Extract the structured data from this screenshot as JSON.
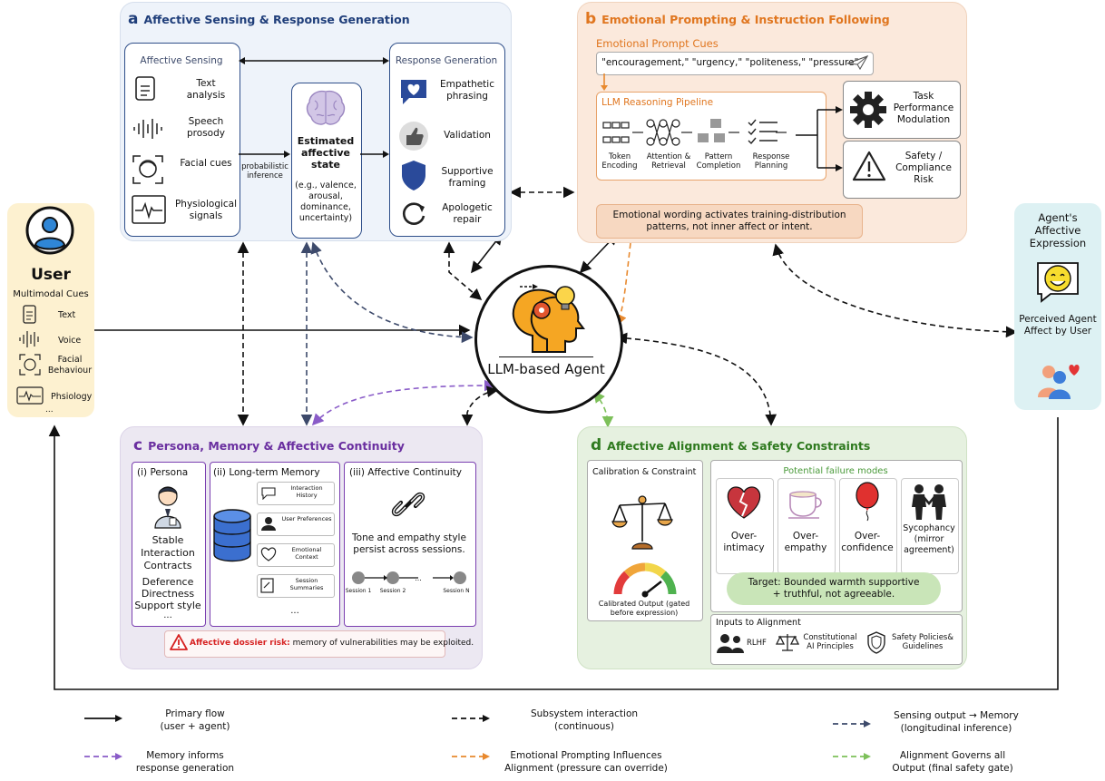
{
  "panel_a": {
    "letter": "a",
    "title": "Affective Sensing & Response Generation",
    "sensing_title": "Affective Sensing",
    "sensing_items": [
      "Text analysis",
      "Speech prosody",
      "Facial cues",
      "Physiological signals"
    ],
    "inference_label": "probabilistic inference",
    "state_title": "Estimated affective state",
    "state_dims": "(e.g., valence, arousal, dominance, uncertainty)",
    "response_title": "Response Generation",
    "response_items": [
      "Empathetic phrasing",
      "Validation",
      "Supportive framing",
      "Apologetic repair"
    ]
  },
  "panel_b": {
    "letter": "b",
    "title": "Emotional Prompting & Instruction Following",
    "cues_title": "Emotional Prompt Cues",
    "cues_text": "\"encouragement,\" \"urgency,\" \"politeness,\" \"pressure\"",
    "pipeline_title": "LLM Reasoning Pipeline",
    "pipeline_steps": [
      "Token Encoding",
      "Attention & Retrieval",
      "Pattern Completion",
      "Response Planning"
    ],
    "outcomes": [
      "Task Performance Modulation",
      "Safety / Compliance Risk"
    ],
    "note": "Emotional wording activates training-distribution patterns, not inner affect or intent."
  },
  "panel_c": {
    "letter": "c",
    "title": "Persona, Memory & Affective Continuity",
    "persona_title": "(i) Persona",
    "persona_contract": "Stable Interaction Contracts",
    "persona_traits": [
      "Deference",
      "Directness",
      "Support style",
      "..."
    ],
    "memory_title": "(ii) Long-term Memory",
    "memory_items": [
      "Interaction History",
      "User Preferences",
      "Emotional Context",
      "Session Summaries"
    ],
    "memory_more": "...",
    "continuity_title": "(iii) Affective Continuity",
    "continuity_text": "Tone and empathy style persist across sessions.",
    "sessions": [
      "Session 1",
      "Session 2",
      "...",
      "Session N"
    ],
    "risk_label": "Affective dossier risk:",
    "risk_text": " memory of vulnerabilities may be exploited."
  },
  "panel_d": {
    "letter": "d",
    "title": "Affective Alignment & Safety Constraints",
    "calib_title": "Calibration & Constraint",
    "calib_output": "Calibrated Output (gated before expression)",
    "failure_title": "Potential failure modes",
    "failure_modes": [
      "Over-intimacy",
      "Over-empathy",
      "Over-confidence",
      "Sycophancy (mirror agreement)"
    ],
    "target": "Target: Bounded warmth supportive + truthful, not agreeable.",
    "inputs_title": "Inputs to Alignment",
    "inputs": [
      "RLHF",
      "Constitutional AI Principles",
      "Safety Policies& Guidelines"
    ]
  },
  "user": {
    "title": "User",
    "subtitle": "Multimodal Cues",
    "cues": [
      "Text",
      "Voice",
      "Facial Behaviour",
      "Phsiology",
      "..."
    ]
  },
  "agent": {
    "label": "LLM-based Agent"
  },
  "expression": {
    "title": "Agent's Affective Expression",
    "perceived": "Perceived Agent Affect by User"
  },
  "legend": [
    {
      "label": "Primary flow",
      "sub": "(user + agent)",
      "color": "#111111",
      "dash": false
    },
    {
      "label": "Subsystem interaction",
      "sub": "(continuous)",
      "color": "#111111",
      "dash": true
    },
    {
      "label": "Sensing output → Memory",
      "sub": "(longitudinal inference)",
      "color": "#3d4a6b",
      "dash": true
    },
    {
      "label": "Memory informs",
      "sub": "response generation",
      "color": "#8a5cc8",
      "dash": true
    },
    {
      "label": "Emotional Prompting Influences",
      "sub": "Alignment (pressure can override)",
      "color": "#e8892e",
      "dash": true
    },
    {
      "label": "Alignment Governs all",
      "sub": "Output (final safety gate)",
      "color": "#7dc05a",
      "dash": true
    }
  ],
  "colors": {
    "panel_a_bg": "#eef3fa",
    "panel_b_bg": "#fbe9dc",
    "panel_c_bg": "#ece8f2",
    "panel_d_bg": "#e6f1e0",
    "user_bg": "#fdf1d0",
    "expr_bg": "#ddf1f3",
    "title_a": "#1f3e7a",
    "title_b": "#e0761f",
    "title_c": "#6a2fa0",
    "title_d": "#2f7a1f"
  }
}
